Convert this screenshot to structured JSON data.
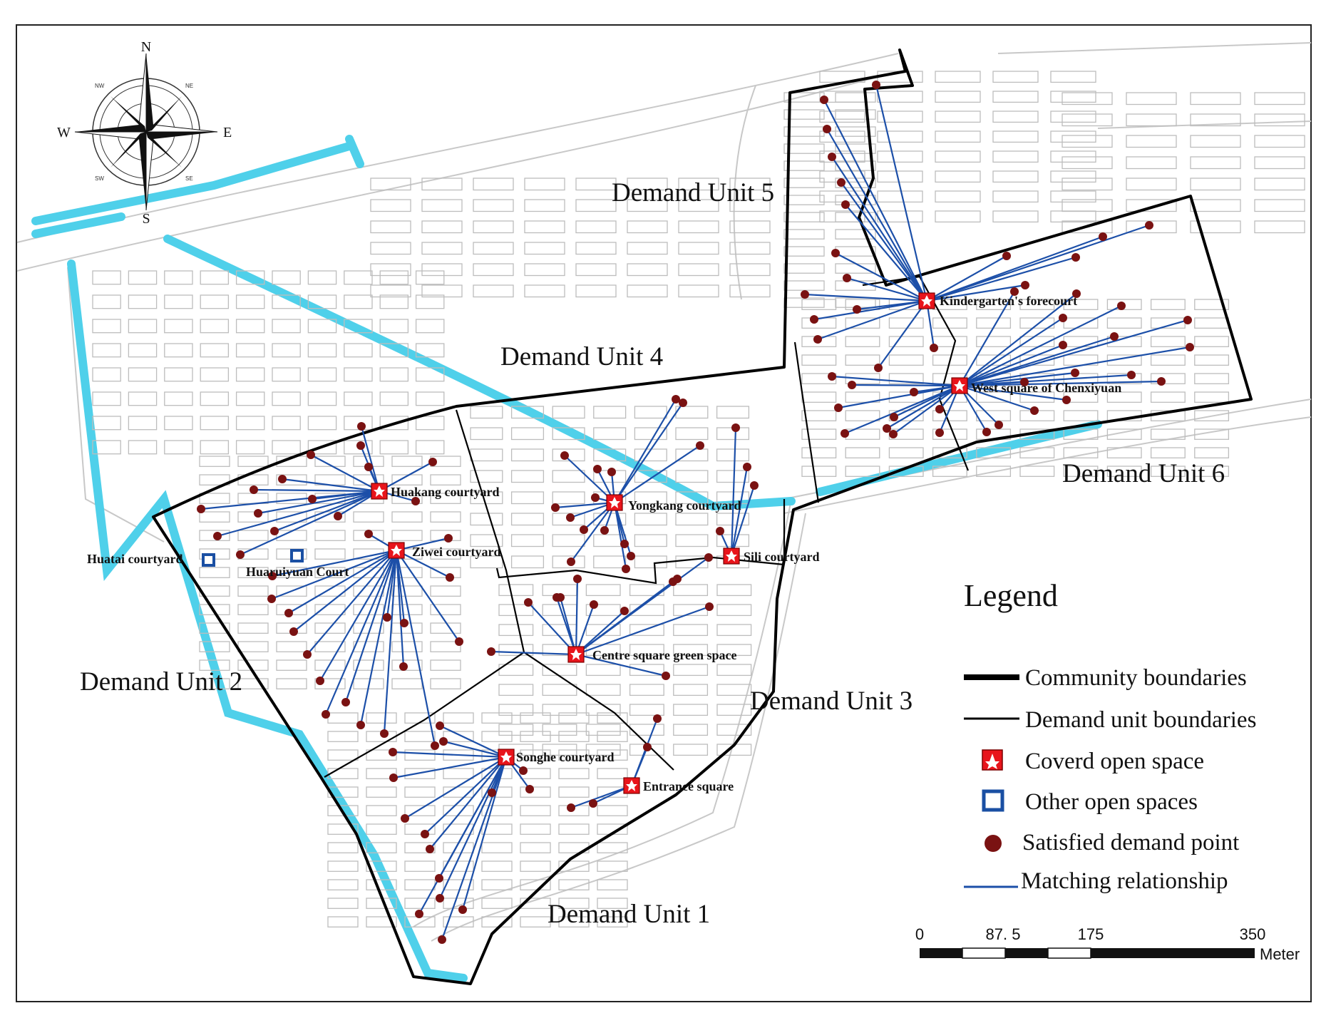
{
  "compass": {
    "n": "N",
    "s": "S",
    "e": "E",
    "w": "W",
    "nw": "NW",
    "ne": "NE",
    "sw": "SW",
    "se": "SE"
  },
  "units": {
    "u1": "Demand Unit 1",
    "u2": "Demand Unit 2",
    "u3": "Demand Unit 3",
    "u4": "Demand Unit 4",
    "u5": "Demand Unit 5",
    "u6": "Demand Unit 6"
  },
  "covered_spaces": [
    {
      "id": "huakang",
      "label": "Huakang courtyard"
    },
    {
      "id": "ziwei",
      "label": "Ziwei courtyard"
    },
    {
      "id": "yongkang",
      "label": "Yongkang courtyard"
    },
    {
      "id": "sili",
      "label": "Sili courtyard"
    },
    {
      "id": "centre",
      "label": "Centre square green space"
    },
    {
      "id": "songhe",
      "label": "Songhe courtyard"
    },
    {
      "id": "entrance",
      "label": "Entrance square"
    },
    {
      "id": "kindergarten",
      "label": "Kindergarten's forecourt"
    },
    {
      "id": "westsquare",
      "label": "West square of Chenxiyuan"
    }
  ],
  "other_spaces": [
    {
      "id": "huatai",
      "label": "Huatai courtyard"
    },
    {
      "id": "huaruiyuan",
      "label": "Huaruiyuan Court"
    }
  ],
  "legend": {
    "title": "Legend",
    "community_boundaries": "Community boundaries",
    "demand_unit_boundaries": "Demand unit boundaries",
    "covered_open_space": "Coverd open space",
    "other_open_spaces": "Other open spaces",
    "satisfied_demand_point": "Satisfied demand point",
    "matching_relationship": "Matching relationship"
  },
  "scale_bar": {
    "ticks": [
      "0",
      "87. 5",
      "175",
      "350"
    ],
    "unit": "Meter"
  },
  "colors": {
    "community_boundary": "#000000",
    "unit_boundary": "#000000",
    "covered_space": "#e8141b",
    "other_space": "#1a4fa3",
    "demand_point": "#7a1212",
    "matching_line": "#1c4fa8",
    "water": "#4fd0ea"
  }
}
